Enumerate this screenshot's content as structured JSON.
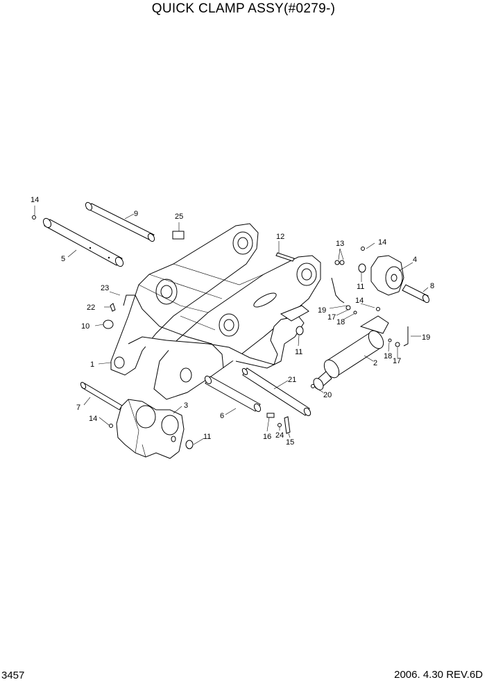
{
  "title": "QUICK CLAMP ASSY(#0279-)",
  "page_number": "3457",
  "revision": "2006. 4.30  REV.6D",
  "callouts": {
    "c1": "1",
    "c2": "2",
    "c3": "3",
    "c4": "4",
    "c5": "5",
    "c6": "6",
    "c7": "7",
    "c8": "8",
    "c9": "9",
    "c10": "10",
    "c11a": "11",
    "c11b": "11",
    "c11c": "11",
    "c12": "12",
    "c13": "13",
    "c14a": "14",
    "c14b": "14",
    "c14c": "14",
    "c14d": "14",
    "c15": "15",
    "c16": "16",
    "c17a": "17",
    "c17b": "17",
    "c18a": "18",
    "c18b": "18",
    "c19a": "19",
    "c19b": "19",
    "c20": "20",
    "c21": "21",
    "c22": "22",
    "c23": "23",
    "c24": "24",
    "c25": "25"
  }
}
